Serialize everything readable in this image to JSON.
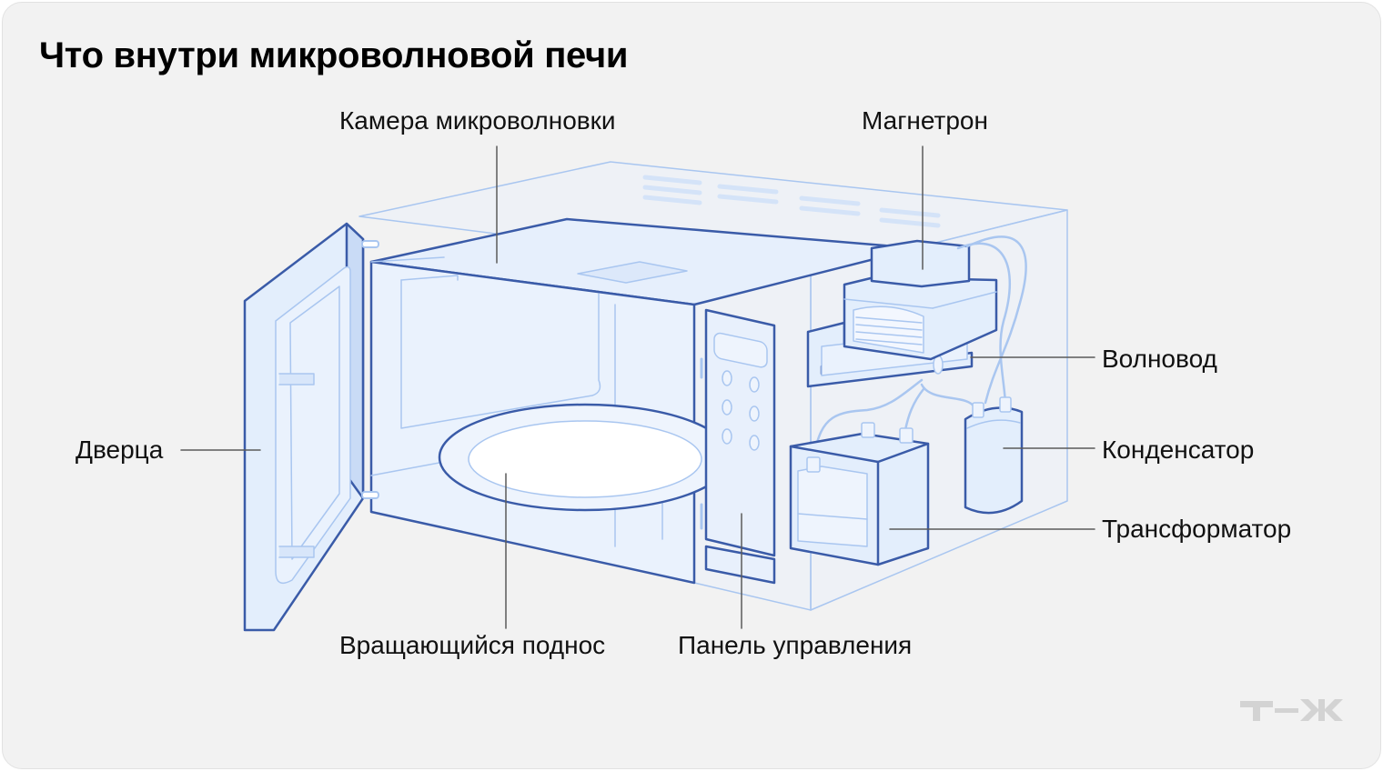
{
  "title": "Что внутри микроволновой печи",
  "labels": {
    "chamber": "Камера микроволновки",
    "magnetron": "Магнетрон",
    "waveguide": "Волновод",
    "door": "Дверца",
    "capacitor": "Конденсатор",
    "transformer": "Трансформатор",
    "turntable": "Вращающийся поднос",
    "control_panel": "Панель управления"
  },
  "colors": {
    "background": "#f2f2f2",
    "outline": "#3a5ba8",
    "light_line": "#a9c6f0",
    "fill": "#e3eefc",
    "leader": "#5a5a5a"
  },
  "logo_icon": "tzh-logo-icon"
}
